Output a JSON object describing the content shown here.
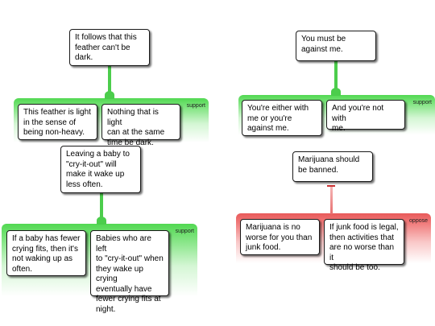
{
  "labels": {
    "support": "support",
    "oppose": "oppose"
  },
  "args": [
    {
      "claim": [
        "It follows that this",
        "feather can't be",
        "dark."
      ],
      "premises": [
        [
          "This feather is light",
          "in the sense of",
          "being non-heavy."
        ],
        [
          "Nothing that is light",
          "can at the same",
          "time be dark."
        ]
      ]
    },
    {
      "claim": [
        "You must be",
        "against me."
      ],
      "premises": [
        [
          "You're either with",
          "me or you're",
          "against me."
        ],
        [
          "And you're not with",
          "me."
        ]
      ]
    },
    {
      "claim": [
        "Leaving a baby to",
        "\"cry-it-out\" will",
        "make it wake up",
        "less often."
      ],
      "premises": [
        [
          "If a baby has fewer",
          "crying fits, then it's",
          "not waking up as",
          "often."
        ],
        [
          "Babies who are left",
          "to \"cry-it-out\" when",
          "they wake up crying",
          "eventually have",
          "fewer crying fits at",
          "night."
        ]
      ]
    },
    {
      "claim": [
        "Marijuana should",
        "be banned."
      ],
      "premises": [
        [
          "Marijuana is no",
          "worse for you than",
          "junk food."
        ],
        [
          "If junk food is legal,",
          "then activities that",
          "are no worse than it",
          "should be too."
        ]
      ]
    }
  ]
}
